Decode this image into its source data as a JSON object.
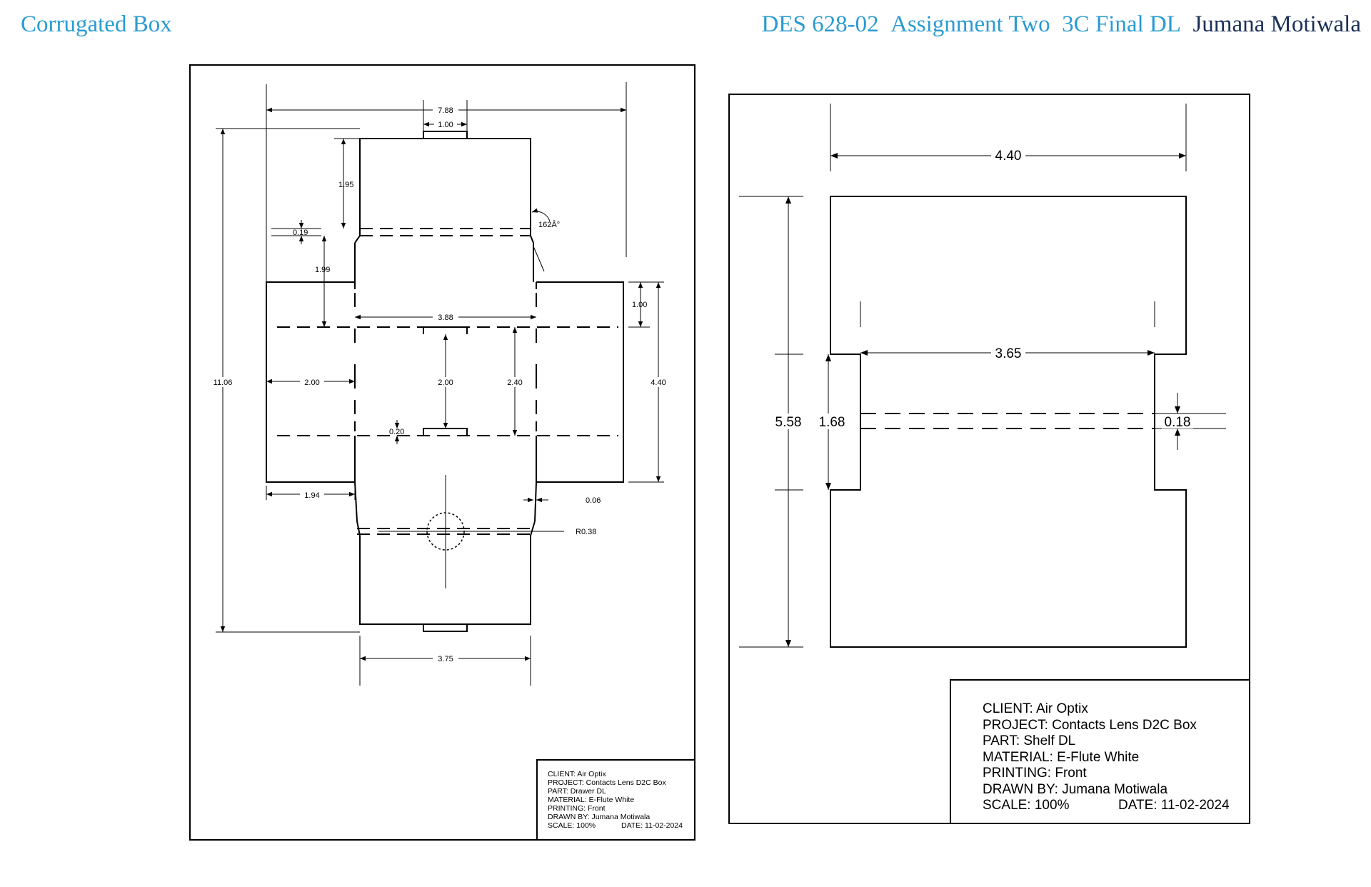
{
  "header": {
    "left_title": "Corrugated Box",
    "course": "DES 628-02",
    "assignment": "Assignment Two",
    "stage": "3C Final DL",
    "author": "Jumana Motiwala"
  },
  "drawer_sheet": {
    "dimensions": {
      "total_width": "7.88",
      "top_tab": "1.00",
      "top_panel_height": "1.95",
      "gap_top": "0.19",
      "angle": "162Â°",
      "upper_panel_height": "1.99",
      "inner_width": "3.88",
      "side_flap_offset": "1.00",
      "total_height": "11.06",
      "left_flap_width": "2.00",
      "center_panel_height": "2.00",
      "inner_height": "2.40",
      "side_height": "4.40",
      "slot": "0.20",
      "flap_width": "1.94",
      "offset": "0.06",
      "radius": "R0.38",
      "bottom_width": "3.75"
    },
    "title_block": {
      "client": "CLIENT: Air Optix",
      "project": "PROJECT: Contacts Lens D2C Box",
      "part": "PART: Drawer DL",
      "material": "MATERIAL: E-Flute White",
      "printing": "PRINTING: Front",
      "drawn_by": "DRAWN BY: Jumana Motiwala",
      "scale": "SCALE: 100%",
      "date": "DATE: 11-02-2024"
    }
  },
  "shelf_sheet": {
    "dimensions": {
      "width": "4.40",
      "inner_width": "3.65",
      "height": "5.58",
      "inner_height": "1.68",
      "gap": "0.18"
    },
    "title_block": {
      "client": "CLIENT: Air Optix",
      "project": "PROJECT: Contacts Lens D2C Box",
      "part": "PART: Shelf DL",
      "material": "MATERIAL: E-Flute White",
      "printing": "PRINTING: Front",
      "drawn_by": "DRAWN BY: Jumana Motiwala",
      "scale": "SCALE: 100%",
      "date": "DATE: 11-02-2024"
    }
  }
}
